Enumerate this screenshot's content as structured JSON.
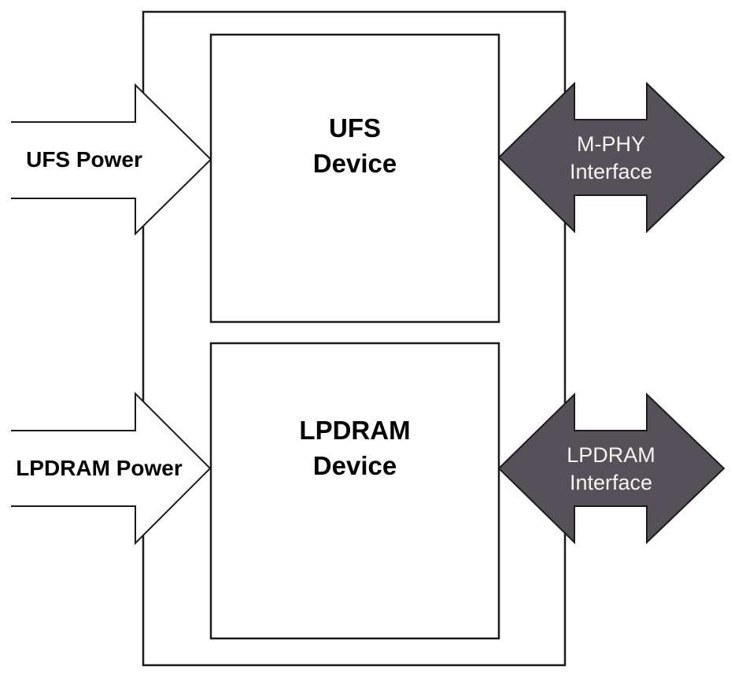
{
  "diagram": {
    "blocks": {
      "ufs": {
        "line1": "UFS",
        "line2": "Device"
      },
      "lpdram": {
        "line1": "LPDRAM",
        "line2": "Device"
      }
    },
    "power_labels": {
      "ufs": "UFS Power",
      "lpdram": "LPDRAM Power"
    },
    "interface_labels": {
      "mphy": {
        "line1": "M-PHY",
        "line2": "Interface"
      },
      "lpdram": {
        "line1": "LPDRAM",
        "line2": "Interface"
      }
    },
    "colors": {
      "background": "#ffffff",
      "outline": "#1d1a1d",
      "power_arrow_fill": "#ffffff",
      "interface_arrow_fill": "#565058",
      "label_text": "#000000",
      "interface_label_text": "#f7f3ee"
    }
  }
}
